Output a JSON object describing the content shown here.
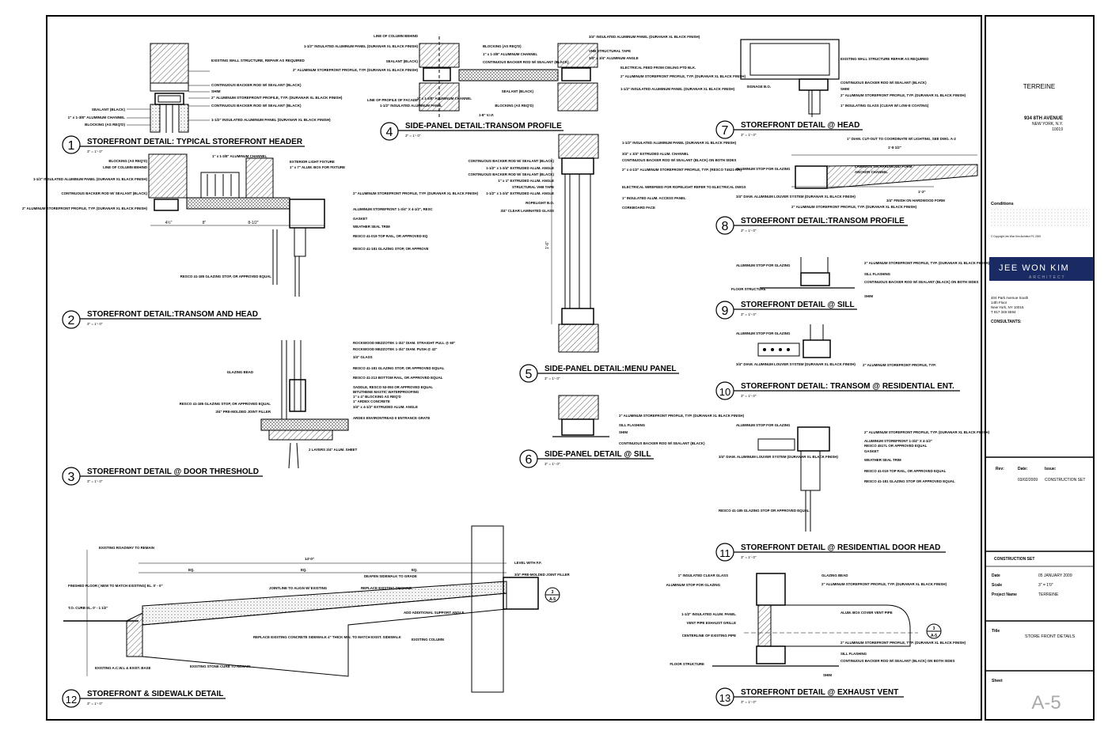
{
  "details": [
    {
      "num": "1",
      "title": "STOREFRONT DETAIL: TYPICAL STOREFRONT HEADER",
      "scale": "3\" = 1'- 0\""
    },
    {
      "num": "2",
      "title": "STOREFRONT DETAIL:TRANSOM AND HEAD",
      "scale": "3\" = 1'- 0\""
    },
    {
      "num": "3",
      "title": "STOREFRONT DETAIL @ DOOR THRESHOLD",
      "scale": "3\" = 1'- 0\""
    },
    {
      "num": "4",
      "title": "SIDE-PANEL DETAIL:TRANSOM PROFILE",
      "scale": "3\" = 1'- 0\""
    },
    {
      "num": "5",
      "title": "SIDE-PANEL DETAIL:MENU PANEL",
      "scale": "3\" = 1'- 0\""
    },
    {
      "num": "6",
      "title": "SIDE-PANEL DETAIL @ SILL",
      "scale": "3\" = 1'- 0\""
    },
    {
      "num": "7",
      "title": "STOREFRONT DETAIL @ HEAD",
      "scale": "3\" = 1'- 0\""
    },
    {
      "num": "8",
      "title": "STOREFRONT DETAIL:TRANSOM PROFILE",
      "scale": "3\" = 1'- 0\""
    },
    {
      "num": "9",
      "title": "STOREFRONT DETAIL @ SILL",
      "scale": "3\" = 1'- 0\""
    },
    {
      "num": "10",
      "title": "STOREFRONT DETAIL: TRANSOM @ RESIDENTIAL ENT.",
      "scale": "3\" = 1'- 0\""
    },
    {
      "num": "11",
      "title": "STOREFRONT DETAIL @ RESIDENTIAL DOOR HEAD",
      "scale": "3\" = 1'- 0\""
    },
    {
      "num": "12",
      "title": "STOREFRONT & SIDEWALK DETAIL",
      "scale": "3\" = 1'- 0\""
    },
    {
      "num": "13",
      "title": "STOREFRONT DETAIL @ EXHAUST VENT",
      "scale": "3\" = 1'- 0\""
    }
  ],
  "notes": {
    "d1": [
      "EXISTING WALL STRUCTURE, REPAIR AS REQUIRED",
      "CONTINUOUS BACKER ROD W/ SEALANT (BLACK)",
      "SHIM",
      "2\" ALUMINUM STOREFRONT PROFILE, TYP. (DURANAR XL BLACK FINISH)",
      "CONTINUOUS BACKER ROD W/ SEALANT (BLACK)",
      "1-1/2\" INSULATED ALUMINUM PANEL (DURANAR XL BLACK FINISH)",
      "SEALANT (BLACK)",
      "1\" x 1-3/8\" ALUMINUM CHANNEL",
      "BLOCKING (AS REQ'D)"
    ],
    "d2": [
      "BLOCKING (AS REQ'D)",
      "LINE OF COLUMN BEHIND",
      "1-1/2\" INSULATED ALUMINUM PANEL (DURANAR XL BLACK FINISH)",
      "CONTINUOUS BACKER ROD W/ SEALANT (BLACK)",
      "2\" ALUMINUM STOREFRONT PROFILE, TYP. (DURANAR XL BLACK FINISH)",
      "1\" x 1-3/8\" ALUMINUM CHANNEL",
      "EXTERIOR LIGHT FIXTURE",
      "1\" x 7\" ALUM. BOX FOR FIXTURE",
      "2\" ALUMINUM STOREFRONT PROFILE, TYP. (DURANAR XL BLACK FINISH)",
      "ALUMINUM STOREFRONT 1-3/4\" X 4-1/2\", RESC",
      "GASKET",
      "WEATHER SEAL TRIM",
      "RESCO 41-019 TOP RAIL, OR APPROVED EQ",
      "RESCO 41-181 GLAZING STOP, OR APPROVE",
      "RESCO 41-185 GLAZING STOP, OR APPROVED EQUAL"
    ],
    "d3": [
      "ROCKWOOD MEZZOTEK 1-3/4\" DIAM. STRAIGHT PULL @ 60\"",
      "ROCKWOOD MEZZOTEK 1-3/4\" DIAM. PUSH @ 42\"",
      "3/4\" GLASS",
      "GLAZING BEAD",
      "RESCO 41-181 GLAZING STOP, OR APPROVED EQUAL",
      "RESCO 41-213 BOTTOM RAIL, OR APPROVED EQUAL",
      "SADDLE, RESCO 53-093 OR APPROVED EQUAL",
      "BITUTHENE MASTIC WATERPROOFING",
      "1\" x 4\" BLOCKING AS REQ'D",
      "1\" ARDEX CONCRETE",
      "3/4\" x 4-1/2\" EXTRUDED ALUM. ANGLE",
      "ARDEX ENVIRONTREAD II ENTRANCE GRATE",
      "RESCO 41-185 GLAZING STOP, OR APPROVED EQUAL",
      "3/4\" PRE-MOLDED JOINT FILLER",
      "2 LAYERS 3/4\" ALUM. SHEET"
    ],
    "d4": [
      "LINE OF COLUMN BEHIND",
      "1-1/2\" INSULATED ALUMINUM PANEL (DURANAR XL BLACK FINISH)",
      "SEALANT (BLACK)",
      "2\" ALUMINUM STOREFRONT PROFILE, TYP. (DURANAR XL BLACK FINISH)",
      "LINE OF PROFILE OF FACADE",
      "BLOCKING (AS REQ'D)",
      "1\" x 1-3/8\" ALUMINUM CHANNEL",
      "CONTINUOUS BACKER ROD W/ SEALANT (BLACK)",
      "3/4\" INSULATED ALUMINUM PANEL (DURANAR XL BLACK FINISH)",
      "VHB STRUCTURAL TAPE",
      "3/4\" x 3/4\" ALUMINUM ANGLE",
      "ELECTRICAL FEED FROM CEILING PTD BLK.",
      "2\" ALUMINUM STOREFRONT PROFILE, TYP. (DURANAR XL BLACK FINISH)",
      "SEALANT (BLACK)",
      "1-1/2\" INSULATED ALUMINUM PANEL (DURANAR XL BLACK FINISH)",
      "1\" x 1-3/8\" ALUMINUM CHANNEL",
      "BLOCKING (AS REQ'D)",
      "1-1/2\" INSULATED ALUMINUM PANEL",
      "1-8\" V.I.F."
    ],
    "d5": [
      "CONTINUOUS BACKER ROD W/ SEALANT (BLACK)",
      "1-1/2\" x 1-3/4\" EXTRUDED ALUM. ANGLE",
      "CONTINUOUS BACKER ROD W/ SEALANT (BLACK)",
      "1\" x 1\" EXTRUDED ALUM. ANGLE",
      "STRUCTURAL VHB TAPE",
      "1-1/2\" x 1-3/4\" EXTRUDED ALUM. ANGLE",
      "ROPELIGHT B.O.",
      "3/4\" CLEAR LAMINATED GLASS",
      "1-1/2\" INSULATED ALUMINUM PANEL (DURANAR XL BLACK FINISH)",
      "3/4\" x 3/4\" EXTRUDED ALUM. CHANNEL",
      "CONTINUOUS BACKER ROD W/ SEALANT (BLACK) ON BOTH SIDES",
      "2\" x 4-1/2\" ALUMINUM STOREFRONT PROFILE, TYP. (RESCO T4521-NR)",
      "ELECTRICAL WIREFEED FOR ROPELIGHT REFER TO ELECTRICAL DWGS",
      "1\" INSULATED ALUM. ACCESS PANEL",
      "CORKBOARD FACE"
    ],
    "d6": [
      "2\" ALUMINUM STOREFRONT PROFILE, TYP. (DURANAR XL BLACK FINISH)",
      "SILL FLASHING",
      "SHIM",
      "CONTINUOUS BACKER ROD W/ SEALANT (BLACK)"
    ],
    "d7": [
      "EXISTING WALL STRUCTURE REPAIR AS REQUIRED",
      "CONTINUOUS BACKER ROD W/ SEALANT (BLACK)",
      "SHIM",
      "2\" ALUMINUM STOREFRONT PROFILE, TYP. (DURANAR XL BLACK FINISH)",
      "1\" INSULATING GLASS (CLEAR W/ LOW-E COATING)",
      "SIGNAGE B.O."
    ],
    "d8": [
      "1\" DIAM. CUT-OUT TO COORDINATE W/ LIGHTING, SEE DWG. A-2",
      "1'-8 1/2\"",
      "LAMINATE ON HARDWOOD FORM",
      "ANCHOR CHANNEL",
      "ALUMINUM STOP FOR GLAZING",
      "3/4\" DIAM. ALUMINUM LOUVER SYSTEM (DURANAR XL BLACK FINISH)",
      "3/4\" FINISH ON HARDWOOD FORM",
      "2\" ALUMINUM STOREFRONT PROFILE, TYP. (DURANAR XL BLACK FINISH)",
      "1'-2\""
    ],
    "d9": [
      "ALUMINUM STOP FOR GLAZING",
      "2\" ALUMINUM STOREFRONT PROFILE, TYP. (DURANAR XL BLACK FINISH)",
      "SILL FLASHING",
      "CONTINUOUS BACKER ROD W/ SEALANT (BLACK) ON BOTH SIDES",
      "FLOOR STRUCTURE",
      "SHIM"
    ],
    "d10": [
      "ALUMINUM STOP FOR GLAZING",
      "3/4\" DIAM. ALUMINUM LOUVER SYSTEM (DURANAR XL BLACK FINISH)",
      "2\" ALUMINUM STOREFRONT PROFILE, TYP."
    ],
    "d11": [
      "ALUMINUM STOP FOR GLAZING",
      "2\" ALUMINUM STOREFRONT PROFILE, TYP. (DURANAR XL BLACK FINISH)",
      "ALUMINUM STOREFRONT 1-3/4\" X 4-1/2\"",
      "RESCO 4517L OR APPROVED EQUAL",
      "GASKET",
      "WEATHER SEAL TRIM",
      "RESCO 41-019 TOP RAIL, OR APPROVED EQUAL",
      "RESCO 41-181 GLAZING STOP OR APPROVED EQUAL",
      "3/4\" DIAM. ALUMINUM LOUVER SYSTEM (DURANAR XL BLACK FINISH)",
      "RESCO 41-185 GLAZING STOP OR APPROVED EQUAL"
    ],
    "d12": [
      "EXISTING ROADWAY TO REMAIN",
      "FINISHED FLOOR ( NEW TO MATCH EXISTING) EL. 0' - 0\"",
      "T.O. CURB EL. 0' - 1 1/2\"",
      "EXISTING A.C.W.L & EXIST. BASE",
      "EXISTING STONE CURB TO REMAIN",
      "JOINTLINE TO ALIGN W/ EXISTING",
      "REPLACE EXISTING DECKING",
      "REPLACE EXISTING CONCRETE SIDEWALK 4\" THICK MIN. TO MATCH EXIST. SIDEWALK",
      "DEAFEN SIDEWALK TO GRADE",
      "ADD ADDITIONAL SUPPORT ANGLE",
      "EXISTING COLUMN",
      "LEVEL WITH F.F.",
      "3/4\" PRE-MOLDED JOINT FILLER",
      "14'-0\"",
      "EQ.",
      "EQ.",
      "EQ."
    ],
    "d13": [
      "1\" INSULATED CLEAR GLASS",
      "ALUMINUM STOP FOR GLAZING",
      "GLAZING BEAD",
      "2\" ALUMINUM STOREFRONT PROFILE, TYP. (DURANAR XL BLACK FINISH)",
      "1-1/2\" INSULATED ALUM. PANEL",
      "VENT PIPE EXHAUST GRILLE",
      "ALUM. BOX COVER VENT PIPE",
      "CENTERLINE OF EXISTING PIPE",
      "2\" ALUMINUM STOREFRONT PROFILE, TYP. (DURANAR XL BLACK FINISH)",
      "SILL FLASHING",
      "CONTINUOUS BACKER ROD W/ SEALANT (BLACK) ON BOTH SIDES",
      "FLOOR STRUCTURE",
      "SHIM"
    ]
  },
  "callouts": [
    {
      "num": "3",
      "sheet": "A-5"
    },
    {
      "num": "3",
      "sheet": "A-5"
    }
  ],
  "title_block": {
    "project": "TERREINE",
    "address_lines": [
      "934 8TH AVENUE",
      "NEW YORK, N.Y.",
      "10019"
    ],
    "conditions_label": "Conditions",
    "conditions_text": "ALL DESIGNS, DRAWINGS, DIMENSIONS AND INFORMATION REPRESENTED IN THIS DRAWING ARE THE PROPERTY OF THE ARCHITECT. NO PART MAY BE REPRODUCED WITHOUT WRITTEN PERMISSION.",
    "copyright": "© Copyright Jee Won Kim Architect PC 2009",
    "logo_name": "JEE WON KIM",
    "logo_sub": "ARCHITECT",
    "office_lines": [
      "404 Park Avenue South",
      "14th Floor",
      "New York, NY 10016",
      "T 917 349 5594"
    ],
    "consultants_label": "CONSULTANTS:",
    "rev_label": "Rev:",
    "date_label": "Date:",
    "issue_label": "Issue:",
    "rev_date": "03/02/2009",
    "rev_issue": "CONSTRUCTION SET",
    "set_label": "CONSTRUCTION SET",
    "date_field": "Date",
    "date_value": "05 JANUARY 2009",
    "scale_field": "Scale",
    "scale_value": "3\" = 1'0\"",
    "pname_field": "Project Name",
    "pname_value": "TERREINE",
    "title_field": "Title",
    "title_value": "STORE FRONT DETAILS",
    "sheet_field": "Sheet",
    "sheet_value": "A-5"
  }
}
